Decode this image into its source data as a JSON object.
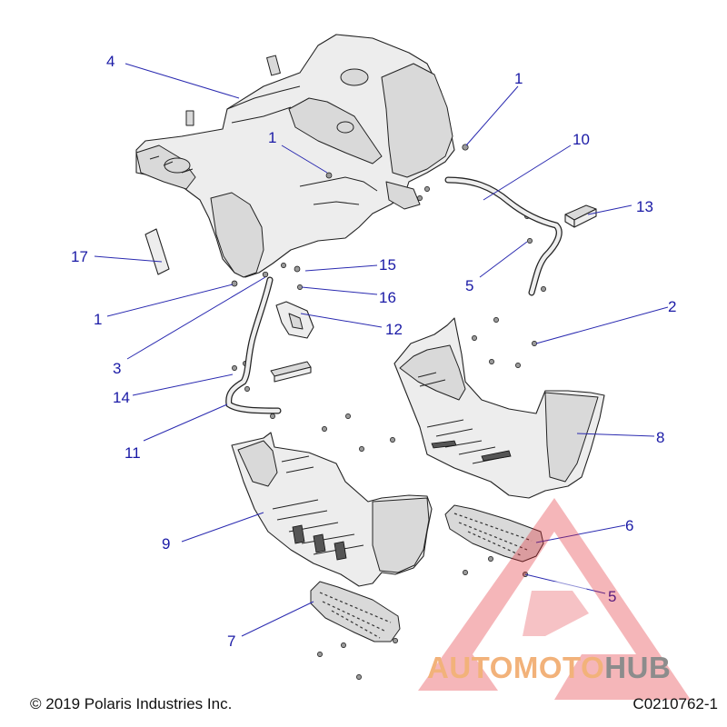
{
  "diagram": {
    "callouts": {
      "c1a": "1",
      "c1b": "1",
      "c1c": "1",
      "c2": "2",
      "c3": "3",
      "c4": "4",
      "c5a": "5",
      "c5b": "5",
      "c6": "6",
      "c7": "7",
      "c8": "8",
      "c9": "9",
      "c10": "10",
      "c11": "11",
      "c12": "12",
      "c13": "13",
      "c14": "14",
      "c15": "15",
      "c16": "16",
      "c17": "17"
    },
    "callout_color": "#1a1aa6",
    "line_color": "#222222"
  },
  "footer": {
    "copyright": "© 2019 Polaris Industries Inc.",
    "drawing_number": "C0210762-1"
  },
  "watermark": {
    "word_part1": "AUTOMOTO",
    "word_part2": "HUB",
    "logo_color": "#e0202a",
    "text_color1": "#f2b27a",
    "text_color2": "#8c8c8c"
  }
}
